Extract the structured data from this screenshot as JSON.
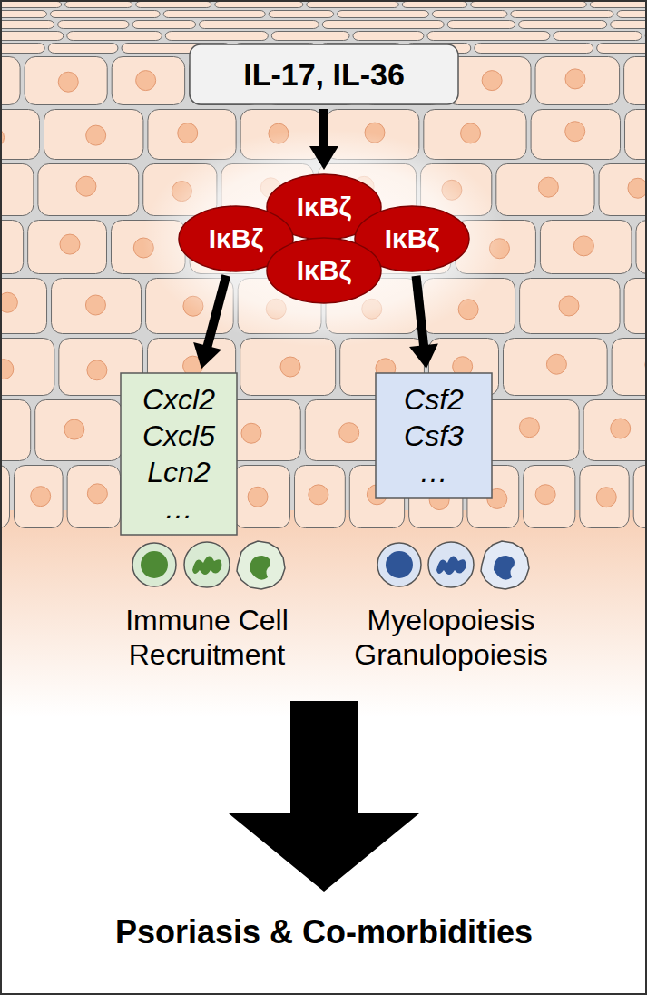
{
  "diagram": {
    "nodes": [
      {
        "text": [
          "IL-17, IL-36"
        ]
      },
      {
        "text": [
          "IκBζ"
        ]
      },
      {
        "text": [
          "IκBζ"
        ]
      },
      {
        "text": [
          "IκBζ"
        ]
      },
      {
        "text": [
          "IκBζ"
        ]
      },
      {
        "text": [
          "Cxcl2",
          "Cxcl5",
          "Lcn2",
          "…"
        ]
      },
      {
        "text": [
          "Csf2",
          "Csf3",
          "…"
        ]
      }
    ],
    "edges": [
      {
        "from": 0,
        "to": 1,
        "arrow": "to"
      },
      {
        "from": 2,
        "to": 5,
        "arrow": "to"
      },
      {
        "from": 3,
        "to": 6,
        "arrow": "to"
      }
    ],
    "labels": [
      "Immune Cell Recruitment",
      "Myelopoiesis Granulopoiesis",
      "Psoriasis & Co-morbidities"
    ]
  }
}
